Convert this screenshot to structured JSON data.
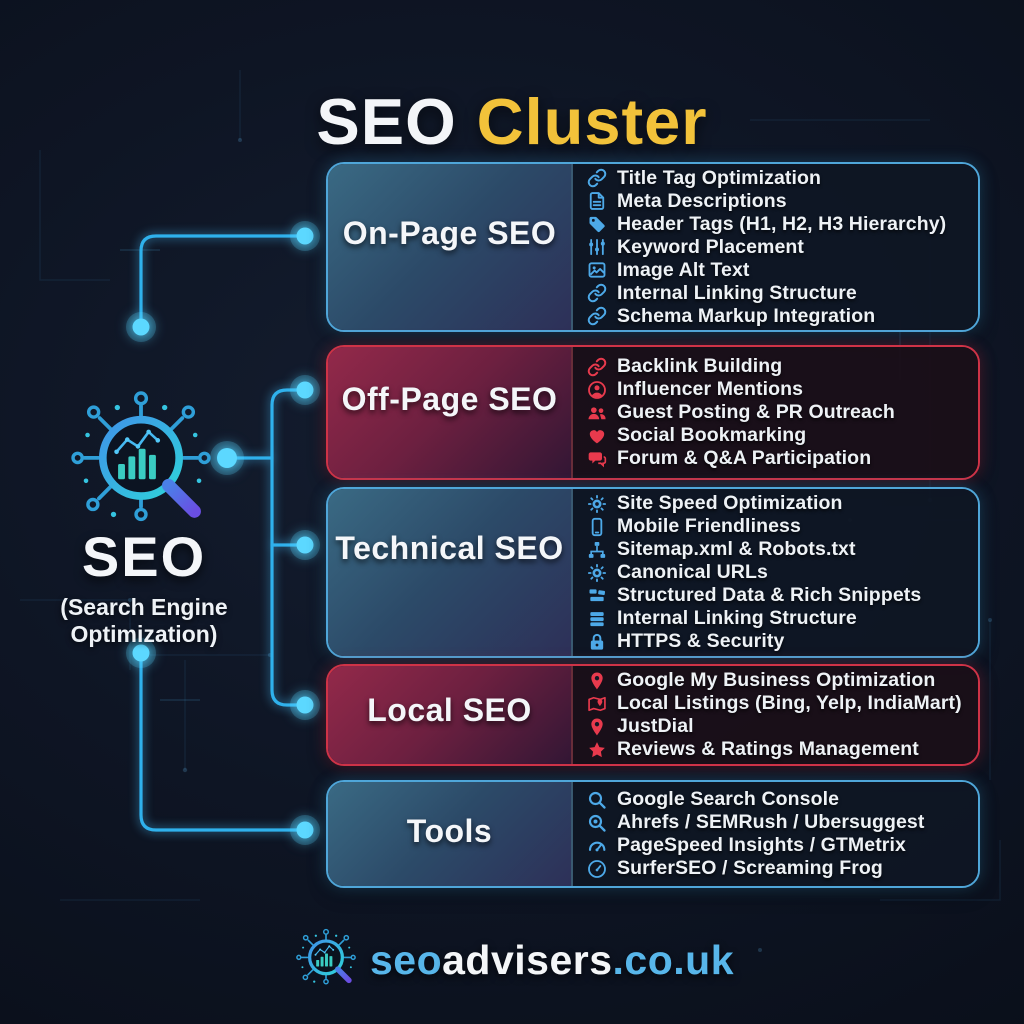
{
  "title": {
    "seo": "SEO",
    "cluster": "Cluster"
  },
  "hub": {
    "icon": "magnifier-network",
    "label": "SEO",
    "subtitle_line1": "(Search Engine",
    "subtitle_line2": "Optimization)"
  },
  "sections": [
    {
      "id": "on-page-seo",
      "title": "On-Page SEO",
      "theme": "blue",
      "items": [
        {
          "icon": "link",
          "label": "Title Tag Optimization"
        },
        {
          "icon": "doc",
          "label": "Meta Descriptions"
        },
        {
          "icon": "tag",
          "label": "Header Tags (H1, H2, H3 Hierarchy)"
        },
        {
          "icon": "sliders",
          "label": "Keyword Placement"
        },
        {
          "icon": "image",
          "label": "Image Alt Text"
        },
        {
          "icon": "link",
          "label": "Internal Linking Structure"
        },
        {
          "icon": "link",
          "label": "Schema Markup Integration"
        }
      ]
    },
    {
      "id": "off-page-seo",
      "title": "Off-Page SEO",
      "theme": "red",
      "items": [
        {
          "icon": "link",
          "label": "Backlink Building"
        },
        {
          "icon": "person",
          "label": "Influencer Mentions"
        },
        {
          "icon": "people",
          "label": "Guest Posting & PR Outreach"
        },
        {
          "icon": "heart",
          "label": "Social Bookmarking"
        },
        {
          "icon": "chat",
          "label": "Forum & Q&A Participation"
        }
      ]
    },
    {
      "id": "technical-seo",
      "title": "Technical SEO",
      "theme": "blue",
      "items": [
        {
          "icon": "gear",
          "label": "Site Speed Optimization"
        },
        {
          "icon": "mobile",
          "label": "Mobile Friendliness"
        },
        {
          "icon": "sitemap",
          "label": "Sitemap.xml & Robots.txt"
        },
        {
          "icon": "gear",
          "label": "Canonical URLs"
        },
        {
          "icon": "data",
          "label": "Structured Data & Rich Snippets"
        },
        {
          "icon": "bars",
          "label": "Internal Linking Structure"
        },
        {
          "icon": "lock",
          "label": "HTTPS & Security"
        }
      ]
    },
    {
      "id": "local-seo",
      "title": "Local SEO",
      "theme": "red",
      "items": [
        {
          "icon": "pin",
          "label": "Google My Business Optimization"
        },
        {
          "icon": "map",
          "label": "Local Listings (Bing, Yelp, IndiaMart)"
        },
        {
          "icon": "pin",
          "label": "JustDial"
        },
        {
          "icon": "star",
          "label": "Reviews & Ratings Management"
        }
      ]
    },
    {
      "id": "tools",
      "title": "Tools",
      "theme": "blue",
      "items": [
        {
          "icon": "search",
          "label": "Google Search Console"
        },
        {
          "icon": "searchplus",
          "label": "Ahrefs / SEMRush / Ubersuggest"
        },
        {
          "icon": "gauge",
          "label": "PageSpeed Insights / GTMetrix"
        },
        {
          "icon": "gauge2",
          "label": "SurferSEO / Screaming Frog"
        }
      ]
    }
  ],
  "footer": {
    "icon": "magnifier-network",
    "brand_prefix": "seo",
    "brand_mid": "advisers",
    "brand_suffix": ".co.uk"
  },
  "colors": {
    "accent_cyan": "#35c2f2",
    "blue_border": "#4fa6d9",
    "red_border": "#cf3347",
    "icon_blue": "#4da9e8",
    "icon_red": "#e83a4d",
    "title_yellow": "#f2c23a",
    "background": "#0d1422"
  }
}
